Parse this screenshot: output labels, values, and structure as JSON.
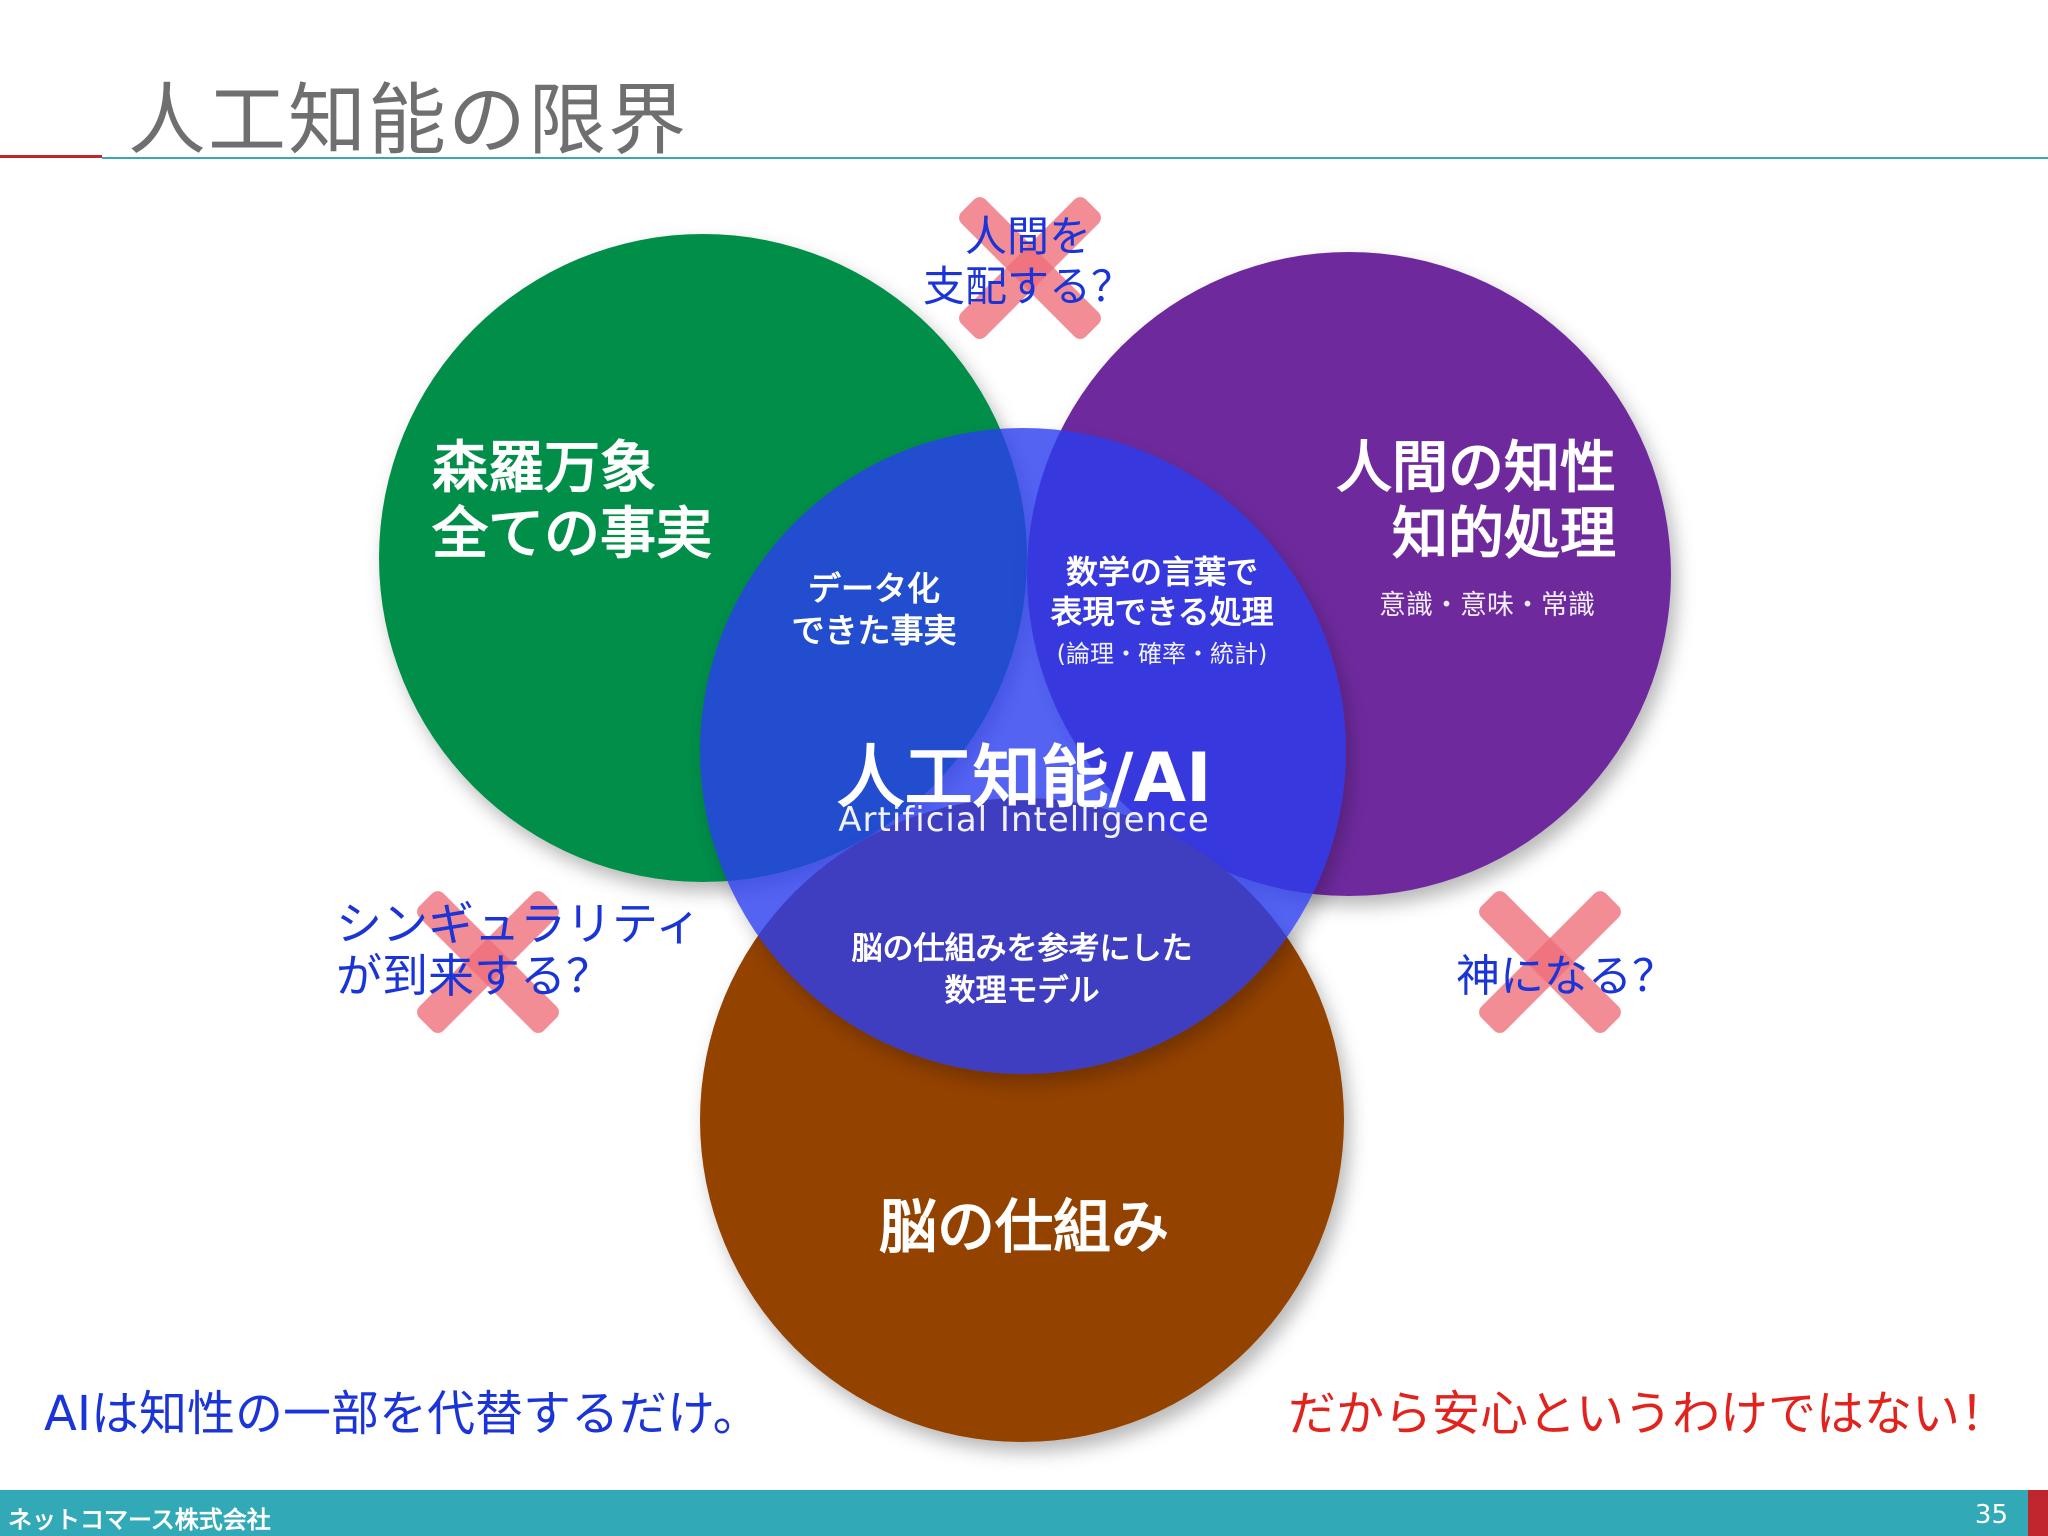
{
  "title": "人工知能の限界",
  "circles": {
    "green": {
      "label_lines": [
        "森羅万象",
        "全ての事実"
      ],
      "color": "#048e4a"
    },
    "purple": {
      "label_lines": [
        "人間の知性",
        "知的処理"
      ],
      "sub": "意識・意味・常識",
      "color": "#6e2c9d"
    },
    "brown": {
      "label": "脳の仕組み",
      "color": "#944305"
    },
    "ai": {
      "label": "人工知能/AI",
      "sub": "Artificial Intelligence",
      "color": "#2c3cf0"
    }
  },
  "overlaps": {
    "green_ai": [
      "データ化",
      "できた事実"
    ],
    "purple_ai": [
      "数学の言葉で",
      "表現できる処理"
    ],
    "purple_ai_sub": "(論理・確率・統計)",
    "brown_ai": [
      "脳の仕組みを参考にした",
      "数理モデル"
    ]
  },
  "crossed_claims": {
    "top": [
      "人間を",
      "支配する？"
    ],
    "left": [
      "シンギュラリティ",
      "が到来する？"
    ],
    "right": "神になる？",
    "cross_color": "#ee6d78",
    "text_color": "#1a34d8"
  },
  "bottom_left": "AIは知性の一部を代替するだけ。",
  "bottom_right": "だから安心というわけではない！",
  "footer": {
    "company": "ネットコマース株式会社",
    "page": "35",
    "color": "#32a9b6"
  }
}
